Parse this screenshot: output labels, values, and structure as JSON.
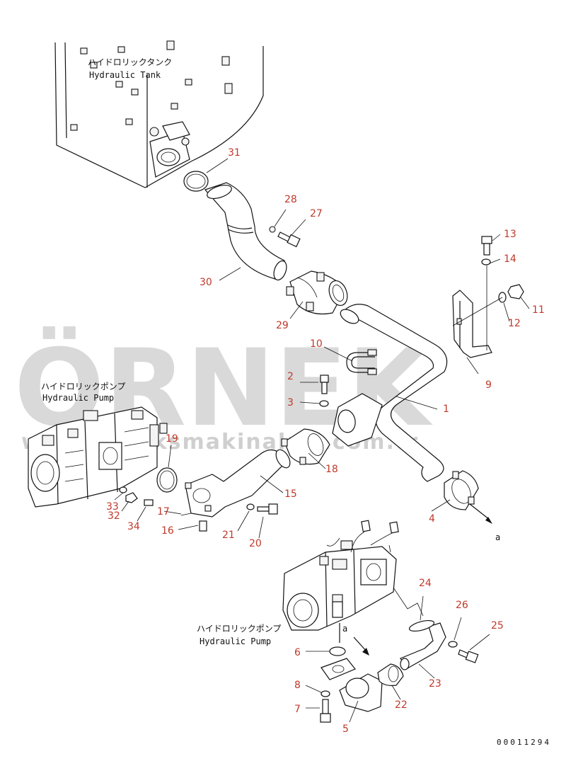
{
  "diagram": {
    "tank_label_jp": "ハイドロリックタンク",
    "tank_label_en": "Hydraulic Tank",
    "pump_label_upper_jp": "ハイドロリックポンプ",
    "pump_label_upper_en": "Hydraulic Pump",
    "pump_label_lower_jp": "ハイドロリックポンプ",
    "pump_label_lower_en": "Hydraulic Pump",
    "arrow_ref_upper": "a",
    "arrow_ref_lower": "a",
    "drawing_number": "00011294"
  },
  "watermark": {
    "brand": "ÖRNEK",
    "url": "www.orneksmakinalari.com.tr",
    "accent_color": "#f3c94a"
  },
  "callouts": [
    {
      "num": "1"
    },
    {
      "num": "2"
    },
    {
      "num": "3"
    },
    {
      "num": "4"
    },
    {
      "num": "5"
    },
    {
      "num": "6"
    },
    {
      "num": "7"
    },
    {
      "num": "8"
    },
    {
      "num": "9"
    },
    {
      "num": "10"
    },
    {
      "num": "11"
    },
    {
      "num": "12"
    },
    {
      "num": "13"
    },
    {
      "num": "14"
    },
    {
      "num": "15"
    },
    {
      "num": "16"
    },
    {
      "num": "17"
    },
    {
      "num": "18"
    },
    {
      "num": "19"
    },
    {
      "num": "20"
    },
    {
      "num": "21"
    },
    {
      "num": "22"
    },
    {
      "num": "23"
    },
    {
      "num": "24"
    },
    {
      "num": "25"
    },
    {
      "num": "26"
    },
    {
      "num": "27"
    },
    {
      "num": "28"
    },
    {
      "num": "29"
    },
    {
      "num": "30"
    },
    {
      "num": "31"
    },
    {
      "num": "32"
    },
    {
      "num": "33"
    },
    {
      "num": "34"
    }
  ],
  "colors": {
    "callout": "#c0392b",
    "line": "#111111",
    "watermark": "#d9d9d9"
  }
}
